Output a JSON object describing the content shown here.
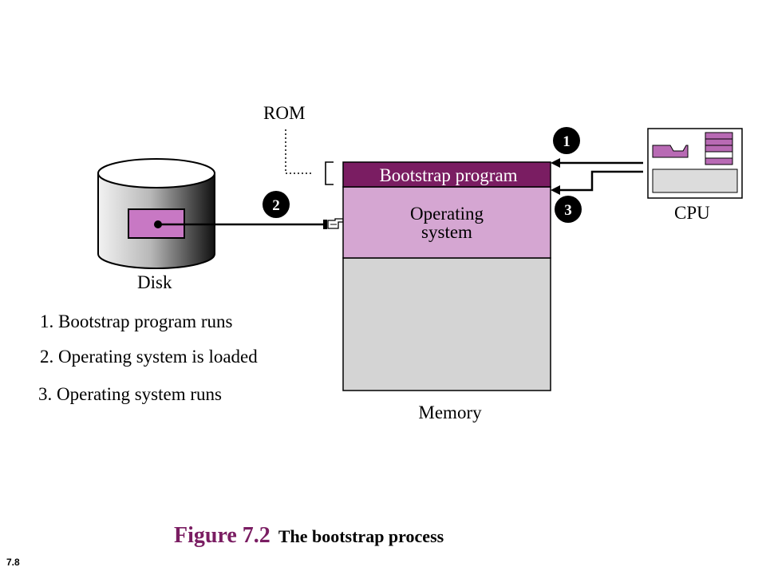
{
  "labels": {
    "rom": "ROM",
    "disk": "Disk",
    "cpu": "CPU",
    "memory": "Memory",
    "bootstrap_program": "Bootstrap program",
    "operating_system_line1": "Operating",
    "operating_system_line2": "system"
  },
  "badges": [
    "1",
    "2",
    "3"
  ],
  "steps": [
    "1. Bootstrap program runs",
    "2. Operating system is loaded",
    "3. Operating system runs"
  ],
  "caption": {
    "figure": "Figure 7.2",
    "title": "The bootstrap process"
  },
  "slide_number": "7.8",
  "colors": {
    "bootstrap": "#7a1d62",
    "operating_system": "#d5a6d2",
    "memory_free": "#d4d4d4",
    "disk_slot": "#c878c4",
    "cpu_purple": "#b86ab4",
    "badge": "#000000"
  }
}
